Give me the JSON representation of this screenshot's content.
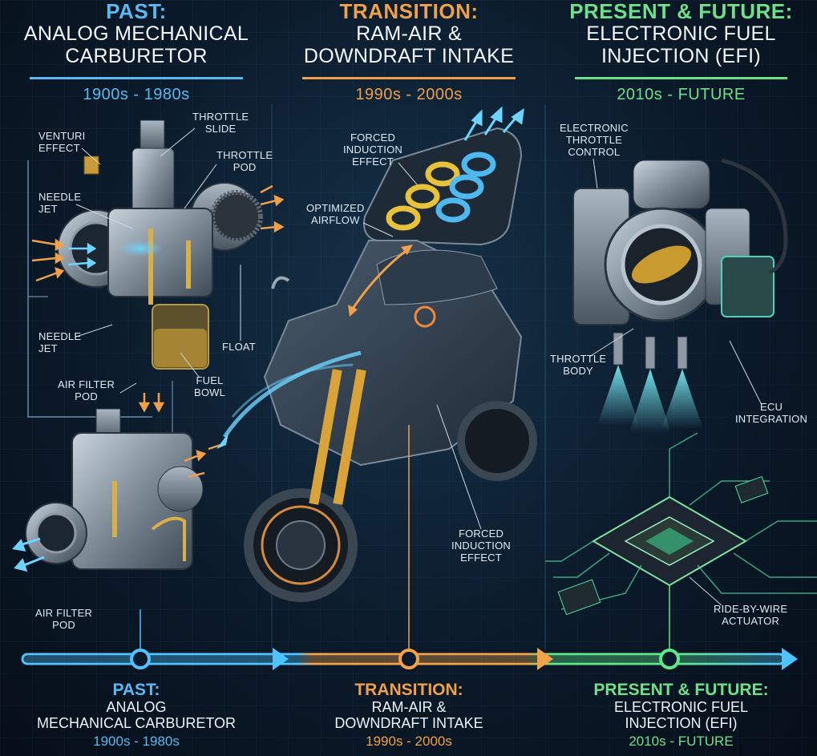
{
  "columns": [
    {
      "era": "PAST:",
      "title_lines": [
        "ANALOG MECHANICAL",
        "CARBURETOR"
      ],
      "dates": "1900s - 1980s",
      "color": "#5ab9f0"
    },
    {
      "era": "TRANSITION:",
      "title_lines": [
        "RAM-AIR &",
        "DOWNDRAFT INTAKE"
      ],
      "dates": "1990s - 2000s",
      "color": "#f0a04a"
    },
    {
      "era": "PRESENT & FUTURE:",
      "title_lines": [
        "ELECTRONIC FUEL",
        "INJECTION (EFI)"
      ],
      "dates": "2010s - FUTURE",
      "color": "#6fe08a"
    }
  ],
  "labels": {
    "throttle_slide": [
      "THROTTLE",
      "SLIDE"
    ],
    "venturi_effect": [
      "VENTURI",
      "EFFECT"
    ],
    "throttle_pod": [
      "THROTTLE",
      "POD"
    ],
    "needle_jet_1": [
      "NEEDLE",
      "JET"
    ],
    "needle_jet_2": [
      "NEEDLE",
      "JET"
    ],
    "float": "FLOAT",
    "fuel_bowl": [
      "FUEL",
      "BOWL"
    ],
    "air_filter_pod_1": [
      "AIR FILTER",
      "POD"
    ],
    "air_filter_pod_2": [
      "AIR FILTER",
      "POD"
    ],
    "forced_induction_1": [
      "FORCED",
      "INDUCTION",
      "EFFECT"
    ],
    "optimized_airflow": [
      "OPTIMIZED",
      "AIRFLOW"
    ],
    "forced_induction_2": [
      "FORCED",
      "INDUCTION",
      "EFFECT"
    ],
    "electronic_throttle": [
      "ELECTRONIC",
      "THROTTLE",
      "CONTROL"
    ],
    "throttle_body": [
      "THROTTLE",
      "BODY"
    ],
    "ecu_integration": [
      "ECU",
      "INTEGRATION"
    ],
    "ride_by_wire": [
      "RIDE-BY-WIRE",
      "ACTUATOR"
    ]
  },
  "footer": [
    {
      "era": "PAST:",
      "title_lines": [
        "ANALOG",
        "MECHANICAL CARBURETOR"
      ],
      "dates": "1900s - 1980s"
    },
    {
      "era": "TRANSITION:",
      "title_lines": [
        "RAM-AIR &",
        "DOWNDRAFT INTAKE"
      ],
      "dates": "1990s - 2000s"
    },
    {
      "era": "PRESENT & FUTURE:",
      "title_lines": [
        "ELECTRONIC FUEL",
        "INJECTION (EFI)"
      ],
      "dates": "2010s - FUTURE"
    }
  ],
  "icons": [
    "carburetor-illustration",
    "motorcycle-illustration",
    "throttle-body-illustration",
    "ecu-chip-illustration"
  ]
}
